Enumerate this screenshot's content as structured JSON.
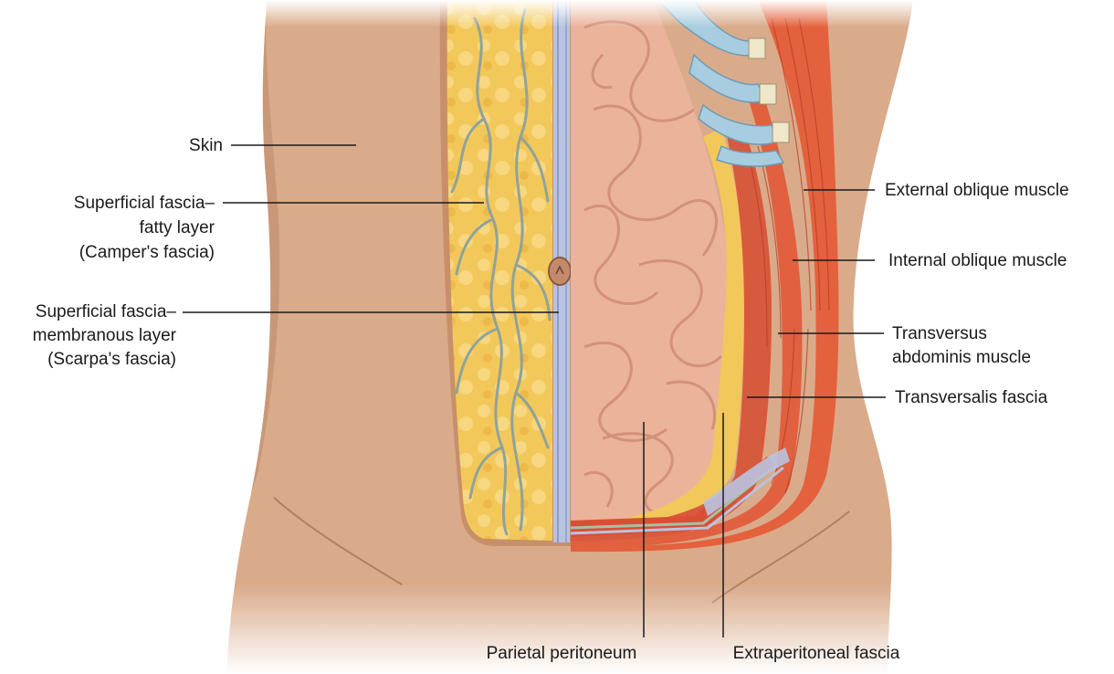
{
  "labels": {
    "skin": "Skin",
    "camper_line1": "Superficial fascia–",
    "camper_line2": "fatty layer",
    "camper_line3": "(Camper's fascia)",
    "scarpa_line1": "Superficial fascia–",
    "scarpa_line2": "membranous layer",
    "scarpa_line3": "(Scarpa's fascia)",
    "external_oblique": "External oblique muscle",
    "internal_oblique": "Internal oblique muscle",
    "transversus_line1": "Transversus",
    "transversus_line2": "abdominis muscle",
    "transversalis_fascia": "Transversalis fascia",
    "parietal_peritoneum": "Parietal peritoneum",
    "extraperitoneal_fascia": "Extraperitoneal fascia"
  },
  "colors": {
    "skin": "#d9ab8b",
    "skin_shadow": "#c99878",
    "fat": "#f3c85a",
    "fat_vessel": "#8fa39a",
    "scarpa": "#b9c3e0",
    "intestine": "#eab39a",
    "intestine_fold": "#d4917a",
    "rib_cartilage": "#a9cde0",
    "external_oblique": "#e4613d",
    "internal_oblique": "#d94f33",
    "transversalis": "#a9bfa6",
    "leader_line": "#1a1a1a"
  }
}
